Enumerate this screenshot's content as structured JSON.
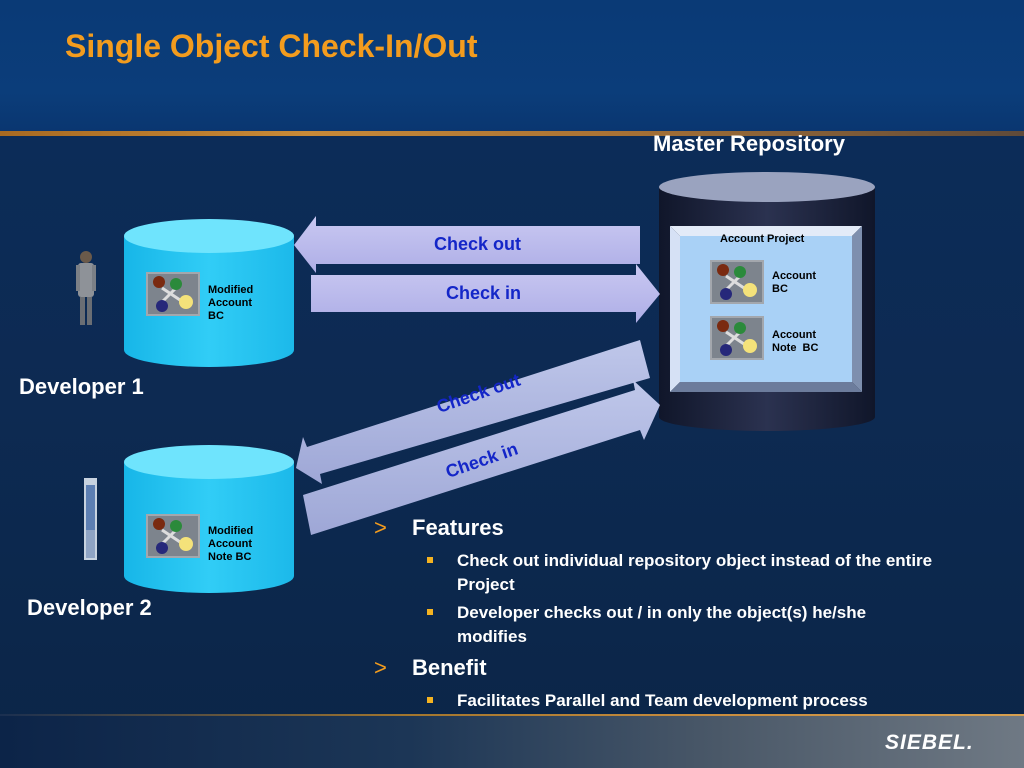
{
  "title": "Single Object Check-In/Out",
  "master_repository_label": "Master Repository",
  "account_project_label": "Account Project",
  "repo_items": [
    {
      "line1": "Account",
      "line2": "BC"
    },
    {
      "line1": "Account",
      "line2": "Note  BC"
    }
  ],
  "developer1": {
    "label": "Developer 1",
    "object_lines": [
      "Modified",
      "Account",
      "BC"
    ]
  },
  "developer2": {
    "label": "Developer 2",
    "object_lines": [
      "Modified",
      "Account",
      "Note BC"
    ]
  },
  "arrows": {
    "dev1_check_out": "Check out",
    "dev1_check_in": "Check in",
    "dev2_check_out": "Check out",
    "dev2_check_in": "Check in"
  },
  "features": {
    "heading": "Features",
    "items": [
      "Check out individual repository object instead of the entire Project",
      "Developer checks out / in only the object(s) he/she modifies"
    ]
  },
  "benefit": {
    "heading": "Benefit",
    "items": [
      "Facilitates Parallel and Team development process"
    ]
  },
  "bullet_marker": ">",
  "logo_text": "SIEBEL.",
  "colors": {
    "title": "#f39c1e",
    "arrow_text": "#1426c8",
    "cylinder": "#2fc9f4",
    "repo_cylinder": "#252b45"
  }
}
